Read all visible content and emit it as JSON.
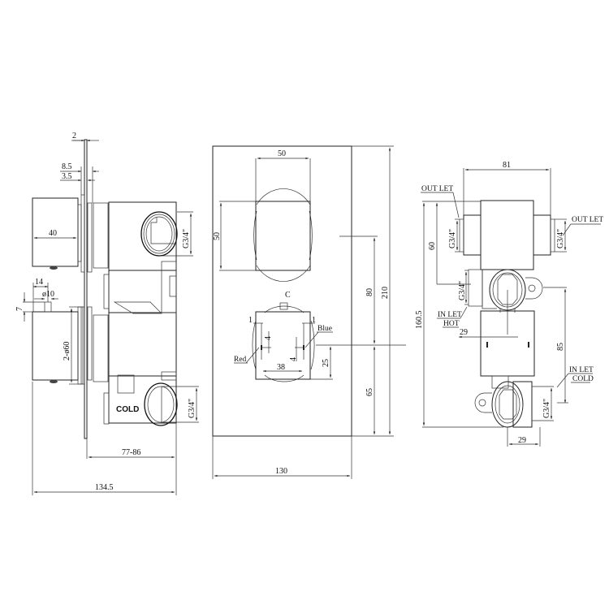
{
  "drawing": {
    "title": "Twin valve concealed thermostatic shower valve - technical drawing",
    "views": {
      "side": {
        "dimensions": {
          "plate_thickness": "2",
          "d1": "8.5",
          "d2": "3.5",
          "handle_depth": "40",
          "pin_offset": "14",
          "pin_diameter": "ø10",
          "pin_height": "7",
          "handle_diameter": "2-ø60",
          "body_depth": "77-86",
          "overall_depth": "134.5",
          "thread_top": "G3/4\"",
          "thread_bottom": "G3/4\""
        },
        "labels": {
          "cold": "COLD"
        }
      },
      "front": {
        "dimensions": {
          "handle_width": "50",
          "handle_height": "50",
          "upper_spacing": "80",
          "overall_height": "210",
          "lower_spacing": "65",
          "plate_width": "130",
          "knob_spacing": "38",
          "mark_offset_left": "1",
          "mark_offset_right": "1",
          "mark_len_left": "4",
          "mark_len_right": "4",
          "lower_offset": "25"
        },
        "labels": {
          "center": "C",
          "red": "Red",
          "blue": "Blue"
        }
      },
      "rear": {
        "dimensions": {
          "body_width": "81",
          "outlet_height": "60",
          "overall_height": "160.5",
          "inlet_offset_top": "29",
          "inlet_spacing": "85",
          "inlet_offset_bottom": "29",
          "thread_outlet_left": "G3/4\"",
          "thread_outlet_right": "G3/4\"",
          "thread_inlet_hot": "G3/4\"",
          "thread_inlet_cold": "G3/4\""
        },
        "labels": {
          "outlet_left": "OUT LET",
          "outlet_right": "OUT LET",
          "inlet_hot_1": "IN LET",
          "inlet_hot_2": "HOT",
          "inlet_cold_1": "IN LET",
          "inlet_cold_2": "COLD"
        }
      }
    }
  }
}
